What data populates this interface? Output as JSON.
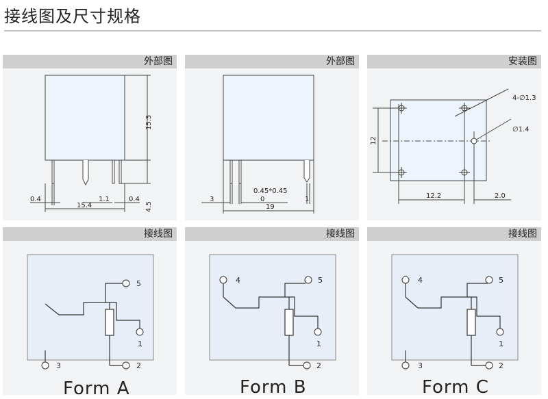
{
  "page": {
    "title": "接线图及尺寸规格"
  },
  "panels": {
    "ext1": {
      "header": "外部图",
      "dims": {
        "height": "15.5",
        "pin_offset": "4.5",
        "width": "15.4",
        "pin_w1": "0.4",
        "pin_pitch": "1.1",
        "pin_w2": "0.4"
      }
    },
    "ext2": {
      "header": "外部图",
      "dims": {
        "left": "3",
        "pin": "0.45*0.45",
        "zero": "0",
        "width": "19",
        "right": "1"
      }
    },
    "mount": {
      "header": "安装图",
      "dims": {
        "hole4": "4-∅1.3",
        "hole1": "∅1.4",
        "height": "12",
        "span": "12.2",
        "edge": "2.0"
      }
    },
    "wireA": {
      "header": "接线图",
      "form": "Form  A",
      "pins": {
        "p5": "5",
        "p1": "1",
        "p3": "3",
        "p2": "2"
      }
    },
    "wireB": {
      "header": "接线图",
      "form": "Form  B",
      "pins": {
        "p4": "4",
        "p5": "5",
        "p1": "1",
        "p2": "2"
      }
    },
    "wireC": {
      "header": "接线图",
      "form": "Form  C",
      "pins": {
        "p4": "4",
        "p5": "5",
        "p1": "1",
        "p3": "3",
        "p2": "2"
      }
    }
  }
}
